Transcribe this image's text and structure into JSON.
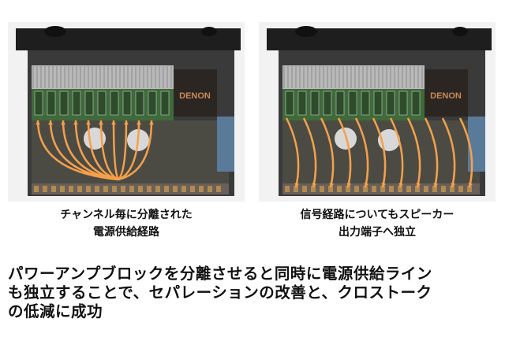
{
  "photos": {
    "left": {
      "logo": "DENON"
    },
    "right": {
      "logo": "DENON"
    }
  },
  "captions": {
    "left": [
      "チャンネル毎に分離された",
      "電源供給経路"
    ],
    "right": [
      "信号経路についてもスピーカー",
      "出力端子へ独立"
    ]
  },
  "body_text": [
    "パワーアンプブロックを分離させると同時に電源供給ライン",
    "も独立することで、セパレーションの改善と、クロストーク",
    "の低減に成功"
  ],
  "colors": {
    "arrow": "#f5a04a",
    "pcb": "#3f6a3a",
    "chassis": "#2a2a2a"
  }
}
